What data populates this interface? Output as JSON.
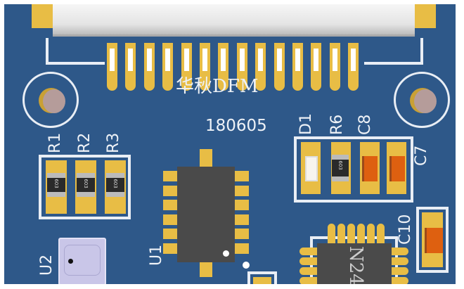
{
  "board": {
    "logo_text": "华秋DFM",
    "date_code": "180605",
    "color": "#2e5889"
  },
  "components": {
    "R1": "R1",
    "R2": "R2",
    "R3": "R3",
    "resistor_marking": "603",
    "U1": "U1",
    "U2": "U2",
    "D1": "D1",
    "R6": "R6",
    "C8": "C8",
    "C7": "C7",
    "C10": "C10",
    "qfn_marking": "N24"
  }
}
